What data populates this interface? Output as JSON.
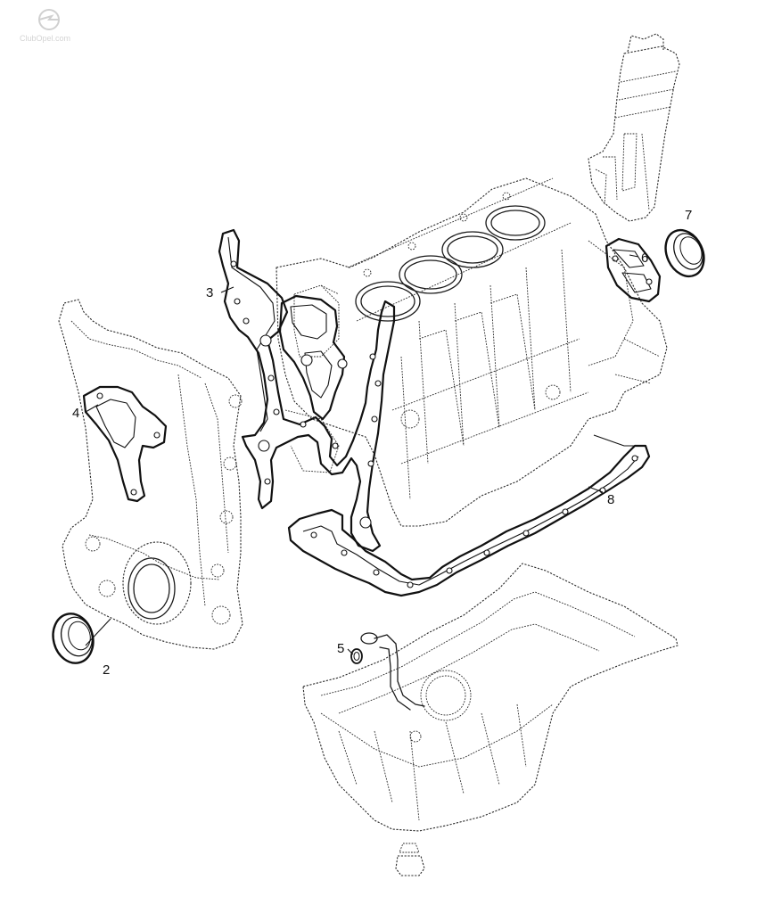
{
  "watermark": {
    "text": "ClubOpel.com"
  },
  "callouts": [
    {
      "id": "2",
      "label": "2"
    },
    {
      "id": "3",
      "label": "3"
    },
    {
      "id": "4",
      "label": "4"
    },
    {
      "id": "5",
      "label": "5"
    },
    {
      "id": "6",
      "label": "6"
    },
    {
      "id": "7",
      "label": "7"
    },
    {
      "id": "8",
      "label": "8"
    }
  ]
}
